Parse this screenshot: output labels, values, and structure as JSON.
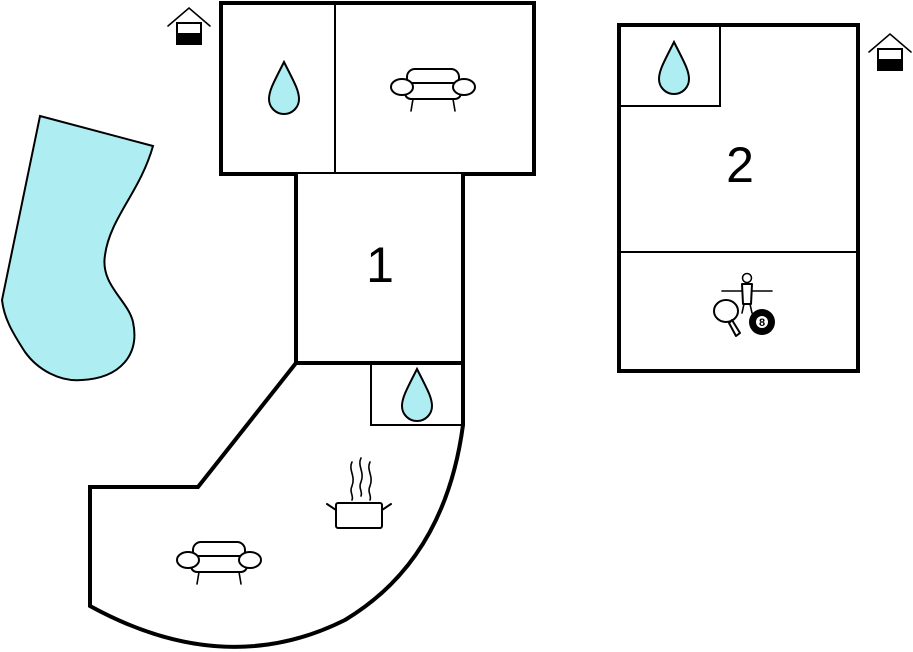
{
  "colors": {
    "water": "#aeeef2",
    "wall": "#000000",
    "background": "#ffffff"
  },
  "buildings": [
    {
      "label": "1"
    },
    {
      "label": "2"
    }
  ],
  "icons": {
    "pool": "pool-icon",
    "bathroom": "water-drop-icon",
    "living": "sofa-icon",
    "kitchen": "cooking-pot-icon",
    "entrance": "house-entrance-icon",
    "activities": "table-tennis-foosball-billiard-icon",
    "billiard_ball": "8"
  }
}
